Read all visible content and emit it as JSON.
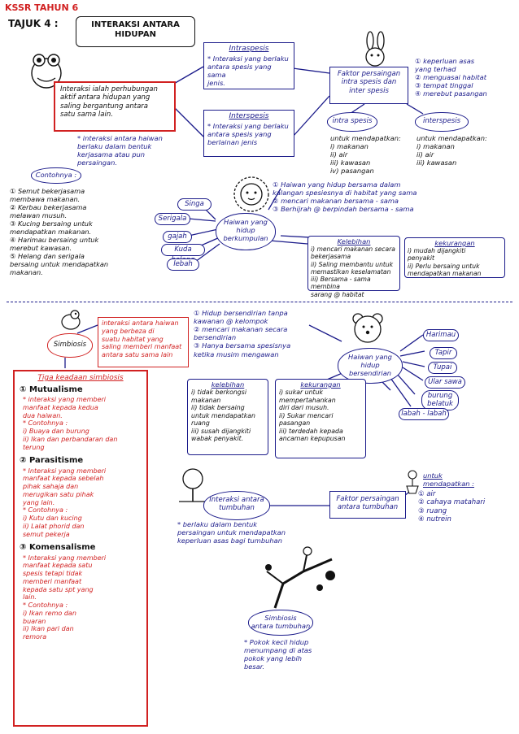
{
  "header": {
    "kssr": "KSSR TAHUN 6",
    "tajuk": "TAJUK 4 :",
    "topic_line1": "INTERAKSI ANTARA",
    "topic_line2": "HIDUPAN"
  },
  "definition": {
    "text": "Interaksi ialah perhubungan\naktif antara hidupan yang\nsaling bergantung antara\nsatu sama lain."
  },
  "intraspesis": {
    "title": "Intraspesis",
    "text": "* Interaksi yang berlaku\nantara spesis yang sama\njenis."
  },
  "interspesis": {
    "title": "Interspesis",
    "text": "* Interaksi yang berlaku\nantara spesis yang\nberlainan jenis"
  },
  "faktor_persaingan": {
    "text": "Faktor persaingan\nintra spesis dan\ninter spesis",
    "reasons": "① keperluan asas\nyang terhad\n② menguasai habitat\n③ tempat tinggal\n④ merebut pasangan"
  },
  "intra_cloud": "intra spesis",
  "inter_cloud": "interspesis",
  "intra_needs": "untuk mendapatkan:\ni) makanan\nii) air\niii) kawasan\niv) pasangan",
  "inter_needs": "untuk mendapatkan:\ni) makanan\nii) air\niii) kawasan",
  "interaksi_haiwan": {
    "text": "* interaksi antara haiwan\nberlaku dalam bentuk\nkerjasama atau pun\npersaingan."
  },
  "contohnya_label": "Contohnya :",
  "contoh_list": "① Semut bekerjasama\nmembawa makanan.\n② Kerbau bekerjasama\nmelawan musuh.\n③ Kucing bersaing untuk\nmendapatkan makanan.\n④ Harimau bersaing untuk\nmerebut kawasan.\n⑤ Helang dan serigala\nbersaing untuk mendapatkan\nmakanan.",
  "berkumpulan_animals": [
    "Singa",
    "Serigala",
    "gajah",
    "Kuda belang",
    "lebah"
  ],
  "berkumpulan_cloud": "Haiwan yang\nhidup\nberkumpulan",
  "berkumpulan_points": "① Haiwan yang hidup bersama dalam\nkalangan spesiesnya di habitat yang sama\n② mencari makanan bersama - sama\n③ Berhijrah @ berpindah bersama - sama",
  "kelebihan1": {
    "title": "Kelebihan",
    "text": "i) mencari makanan secara\nbekerjasama\nii) Saling membantu untuk\nmemastikan keselamatan\niii) Bersama - sama membina\nsarang @ habitat"
  },
  "kekurangan1": {
    "title": "kekurangan",
    "text": "i) mudah dijangkiti\npenyakit\nii) Perlu bersaing untuk\nmendapatkan makanan"
  },
  "simbiosis": {
    "cloud": "Simbiosis",
    "definition": "interaksi antara haiwan\nyang berbeza di\nsuatu habitat yang\nsaling memberi manfaat\nantara satu sama lain"
  },
  "tiga_keadaan": {
    "title": "Tiga keadaan simbiosis",
    "mutualisme_h": "① Mutualisme",
    "mutualisme": "* interaksi yang memberi\nmanfaat kepada kedua\ndua haiwan.\n* Contohnya :\ni) Buaya dan burung\nii) Ikan dan perbandaran dan\nterung",
    "parasitisme_h": "② Parasitisme",
    "parasitisme": "* Interaksi yang memberi\nmanfaat kepada sebelah\npihak sahaja dan\nmerugikan satu pihak\nyang lain.\n* Contohnya :\ni) Kutu dan kucing\nii) Lalat phorid dan\nsemut pekerja",
    "komensalisme_h": "③ Komensalisme",
    "komensalisme": "* Interaksi yang memberi\nmanfaat kepada satu\nspesis tetapi tidak\nmemberi manfaat\nkepada satu spt yang\nlain.\n* Contohnya :\ni) Ikan remo dan\nbuaran\nii) Ikan pari dan\nremora"
  },
  "bersendirian_points": "① Hidup bersendirian tanpa\nkawanan @ kelompok\n② mencari makanan secara\nbersendirian\n③ Hanya bersama spesisnya\nketika musim mengawan",
  "bersendirian_cloud": "Haiwan yang\nhidup\nbersendirian",
  "bersendirian_animals": [
    "Harimau",
    "Tapir",
    "Tupai",
    "Ular sawa",
    "burung\nbelatuk",
    "labah - labah"
  ],
  "kelebihan2": {
    "title": "kelebihan",
    "text": "i) tidak berkongsi\nmakanan\nii) tidak bersaing\nuntuk mendapatkan\nruang\niii) susah dijangkiti\nwabak penyakit."
  },
  "kekurangan2": {
    "title": "kekurangan",
    "text": "i) sukar untuk\nmempertahankan\ndiri dari musuh.\nii) Sukar mencari\npasangan\niii) terdedah kepada\nancaman kepupusan"
  },
  "tumbuhan": {
    "cloud": "Interaksi antara\ntumbuhan",
    "text": "* berlaku dalam bentuk\npersaingan untuk mendapatkan\nkeperluan asas bagi tumbuhan",
    "faktor": "Faktor persaingan\nantara tumbuhan",
    "untuk_h": "untuk\nmendapatkan :",
    "needs": "① air\n② cahaya matahari\n③ ruang\n④ nutrein"
  },
  "simbiosis_tumbuhan": {
    "cloud": "Simbiosis\nantara tumbuhan",
    "text": "* Pokok kecil hidup\nmenumpang di atas\npokok yang lebih\nbesar."
  },
  "colors": {
    "red": "#d12121",
    "blue": "#1b1b8a"
  }
}
